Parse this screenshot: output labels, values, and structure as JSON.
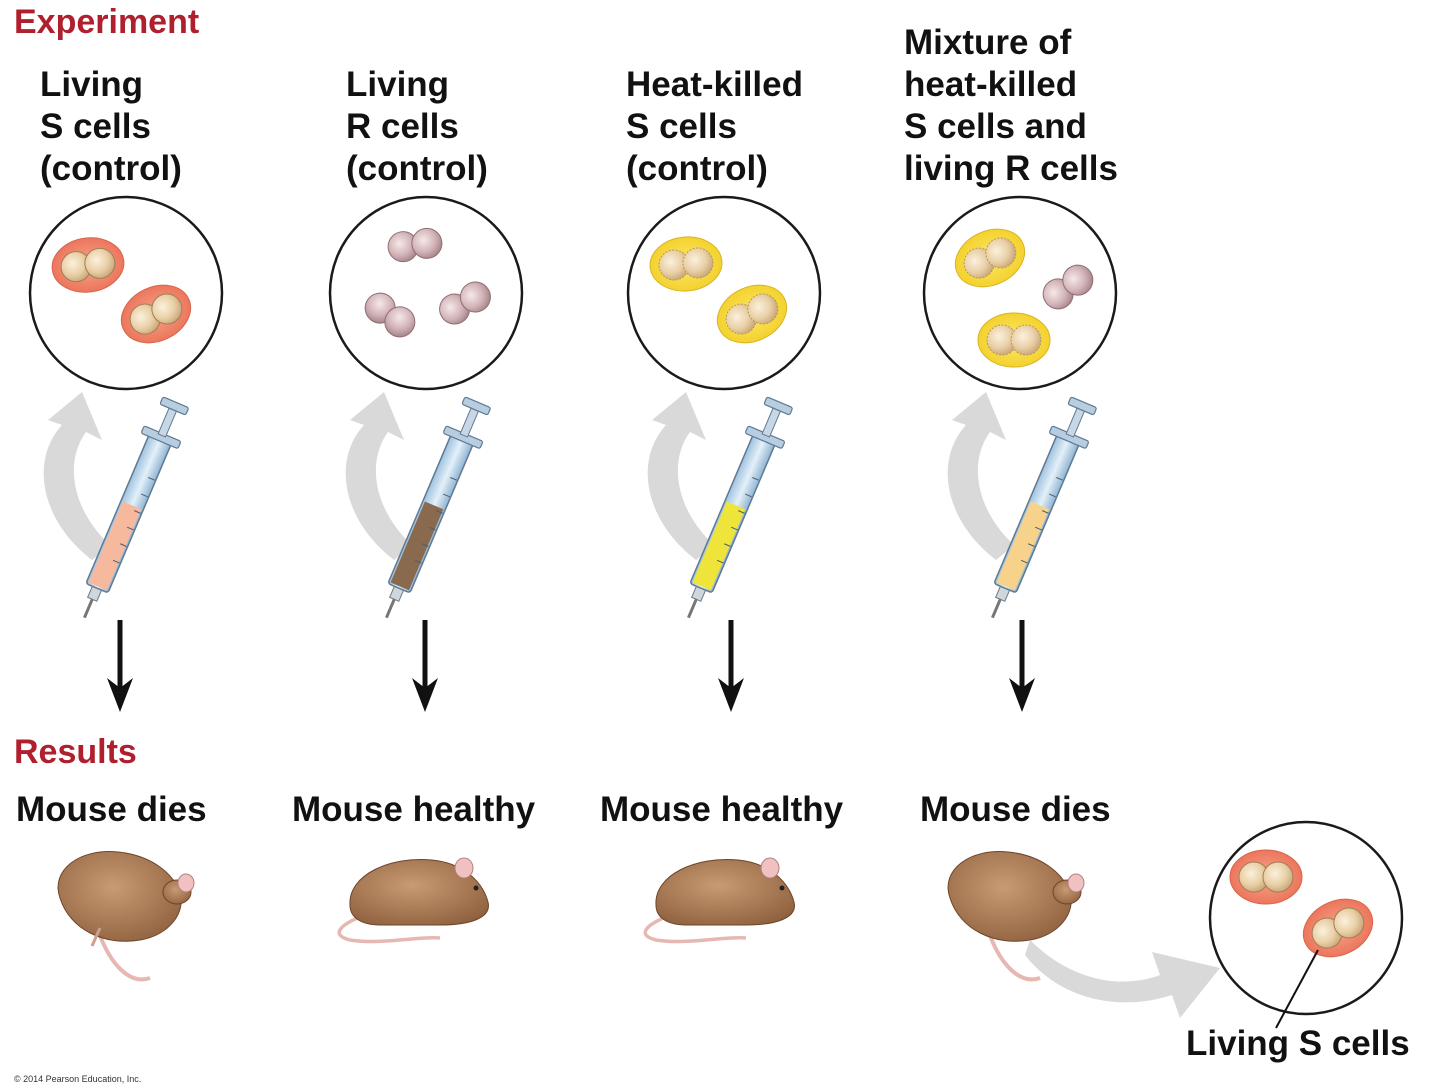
{
  "experiment_heading": "Experiment",
  "results_heading": "Results",
  "conditions": [
    {
      "label": [
        "Living",
        "S cells",
        "(control)"
      ],
      "result": "Mouse dies"
    },
    {
      "label": [
        "Living",
        "R cells",
        "(control)"
      ],
      "result": "Mouse healthy"
    },
    {
      "label": [
        "Heat-killed",
        "S cells",
        "(control)"
      ],
      "result": "Mouse healthy"
    },
    {
      "label": [
        "Mixture of",
        "heat-killed",
        "S cells and",
        "living R cells"
      ],
      "result": "Mouse dies"
    }
  ],
  "final_label": "Living S cells",
  "copyright": "© 2014 Pearson Education, Inc.",
  "colors": {
    "heading": "#b01f2e",
    "s_capsule_living": "#f08a6e",
    "s_capsule_heatkilled": "#f7dc3c",
    "r_cell": "#cfb0b4",
    "s_cell_core": "#e7cda7",
    "syringe_fluid": [
      "#f6b99e",
      "#8a6a4e",
      "#eee43a",
      "#f6d28a"
    ],
    "mouse": "#a87752"
  }
}
